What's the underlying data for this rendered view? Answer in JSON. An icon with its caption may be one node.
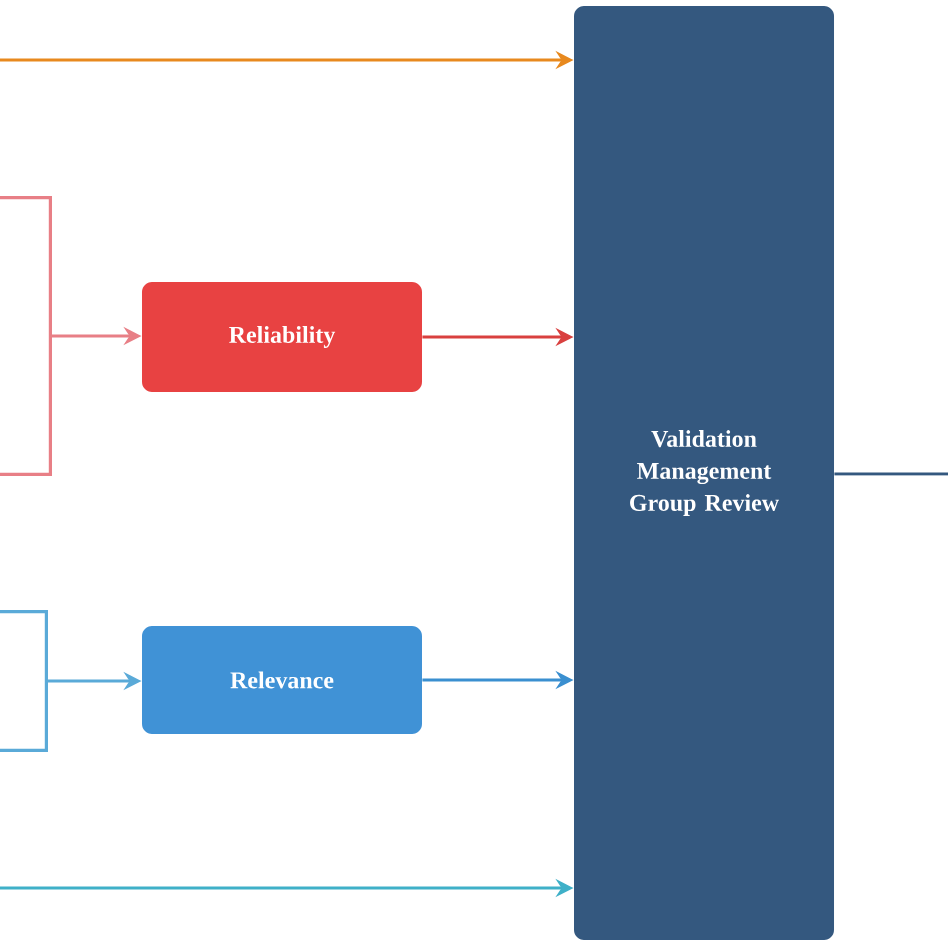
{
  "diagram": {
    "nodes": [
      {
        "text": [
          "Reliability"
        ]
      },
      {
        "text": [
          "Relevance"
        ]
      },
      {
        "text": [
          "Validation Management Group Review"
        ]
      },
      {
        "text": [],
        "shape": "bracket"
      },
      {
        "text": [],
        "shape": "bracket"
      }
    ],
    "edges": [
      {
        "from": null,
        "to": 2,
        "arrow": "to",
        "color": "#e8891e"
      },
      {
        "from": 3,
        "to": 0,
        "arrow": "to",
        "color": "#e87f86"
      },
      {
        "from": 0,
        "to": 2,
        "arrow": "to",
        "color": "#d9403f"
      },
      {
        "from": 4,
        "to": 1,
        "arrow": "to",
        "color": "#5aaad8"
      },
      {
        "from": 1,
        "to": 2,
        "arrow": "to",
        "color": "#3a8fd0"
      },
      {
        "from": null,
        "to": 2,
        "arrow": "to",
        "color": "#3fb0c8"
      },
      {
        "from": 2,
        "to": null,
        "arrow": "none",
        "color": "#34587f"
      }
    ]
  }
}
